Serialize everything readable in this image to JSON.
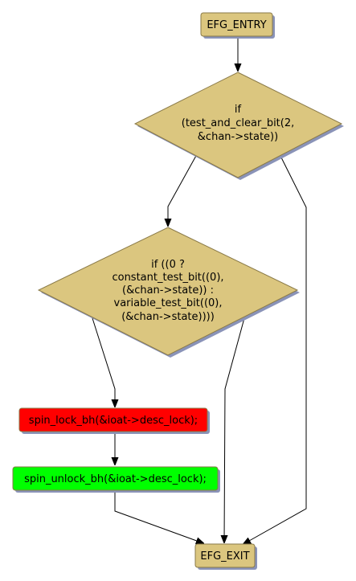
{
  "colors": {
    "entry_exit_fill": "#dbc67f",
    "decision_fill": "#dbc67f",
    "lock_fill": "#ff0000",
    "unlock_fill": "#00ff00",
    "shadow": "#8a93b8",
    "edge": "#000000"
  },
  "nodes": {
    "entry": {
      "label": "EFG_ENTRY"
    },
    "decision1": {
      "lines": [
        "if",
        "(test_and_clear_bit(2,",
        "&chan->state))"
      ]
    },
    "decision2": {
      "lines": [
        "if ((0 ?",
        "constant_test_bit((0),",
        "(&chan->state)) :",
        "variable_test_bit((0),",
        "(&chan->state))))"
      ]
    },
    "lock": {
      "label": "spin_lock_bh(&ioat->desc_lock);"
    },
    "unlock": {
      "label": "spin_unlock_bh(&ioat->desc_lock);"
    },
    "exit": {
      "label": "EFG_EXIT"
    }
  }
}
